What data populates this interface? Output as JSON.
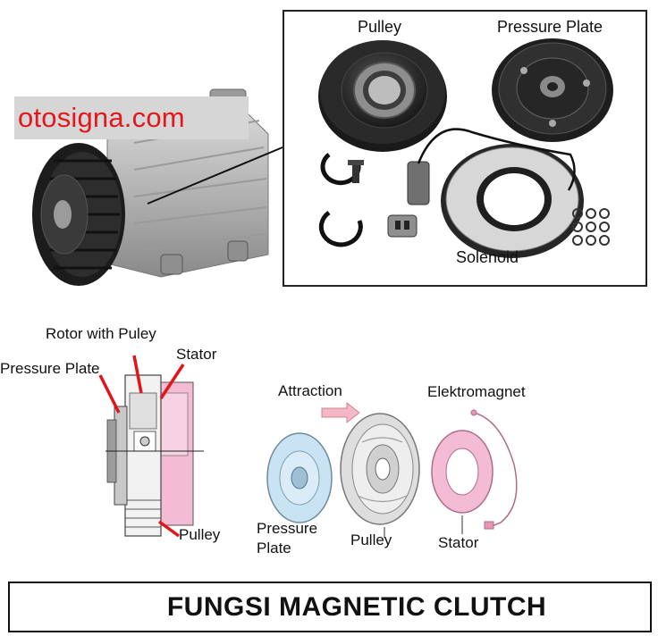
{
  "watermark": "otosigna.com",
  "inset_labels": {
    "pulley": "Pulley",
    "pressure_plate": "Pressure Plate",
    "solenoid": "Solenoid"
  },
  "cutaway_labels": {
    "rotor_with_pulley": "Rotor with Puley",
    "stator": "Stator",
    "pressure_plate": "Pressure Plate",
    "pulley": "Pulley"
  },
  "exploded_labels": {
    "attraction": "Attraction",
    "elektromagnet": "Elektromagnet",
    "pressure_plate_line1": "Pressure",
    "pressure_plate_line2": "Plate",
    "pulley": "Pulley",
    "stator": "Stator"
  },
  "title": "FUNGSI MAGNETIC CLUTCH",
  "colors": {
    "watermark_text": "#e4171b",
    "watermark_bg": "#d6d6d6",
    "leader_red": "#e0161b",
    "stator_pink": "#f3bcd4",
    "plate_blue": "#c9e3f2",
    "arrow_pink": "#f5b6c8"
  }
}
